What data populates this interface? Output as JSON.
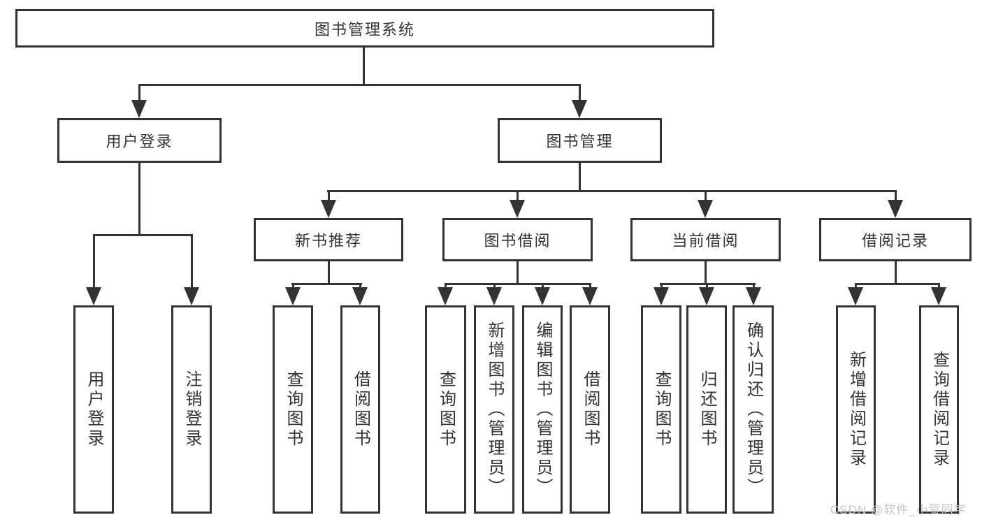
{
  "diagram": {
    "root": "图书管理系统",
    "branches": [
      {
        "label": "用户登录",
        "leaves": [
          "用户登录",
          "注销登录"
        ]
      },
      {
        "label": "图书管理",
        "sections": [
          {
            "label": "新书推荐",
            "leaves": [
              "查询图书",
              "借阅图书"
            ]
          },
          {
            "label": "图书借阅",
            "leaves": [
              "查询图书",
              "新增图书（管理员）",
              "编辑图书（管理员）",
              "借阅图书"
            ]
          },
          {
            "label": "当前借阅",
            "leaves": [
              "查询图书",
              "归还图书",
              "确认归还（管理员）"
            ]
          },
          {
            "label": "借阅记录",
            "leaves": [
              "新增借阅记录",
              "查询借阅记录"
            ]
          }
        ]
      }
    ]
  },
  "watermark": "CSDN @软件_小贺同学",
  "colors": {
    "line": "#333333",
    "text": "#333333",
    "watermark": "#c5c5c5",
    "background": "#ffffff"
  }
}
